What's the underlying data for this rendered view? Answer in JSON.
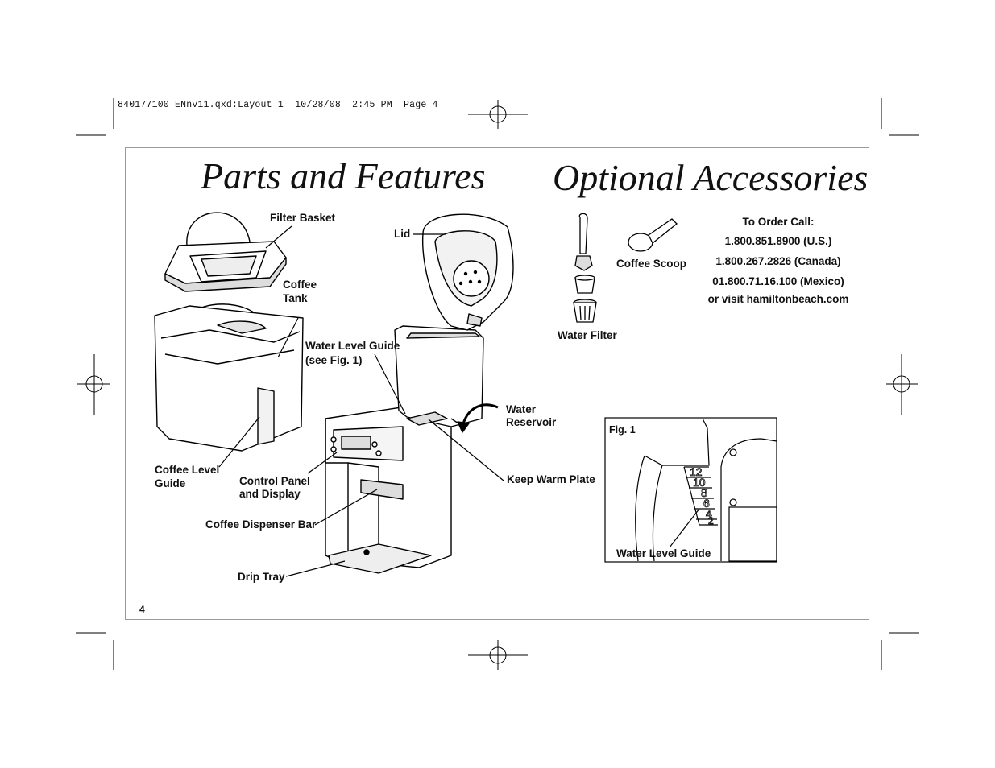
{
  "slug_line": "840177100 ENnv11.qxd:Layout 1  10/28/08  2:45 PM  Page 4",
  "titles": {
    "parts": "Parts and Features",
    "accessories": "Optional Accessories"
  },
  "labels": {
    "filter_basket": "Filter Basket",
    "lid": "Lid",
    "coffee_tank_1": "Coffee",
    "coffee_tank_2": "Tank",
    "water_level_guide_1": "Water Level Guide",
    "water_level_guide_2": "(see Fig. 1)",
    "water_reservoir_1": "Water",
    "water_reservoir_2": "Reservoir",
    "coffee_level_guide_1": "Coffee Level",
    "coffee_level_guide_2": "Guide",
    "control_panel_1": "Control Panel",
    "control_panel_2": "and Display",
    "keep_warm_plate": "Keep Warm Plate",
    "coffee_dispenser_bar": "Coffee Dispenser Bar",
    "drip_tray": "Drip Tray"
  },
  "accessories": {
    "coffee_scoop": "Coffee Scoop",
    "water_filter": "Water Filter",
    "order_heading": "To Order Call:",
    "phone_us": "1.800.851.8900 (U.S.)",
    "phone_canada": "1.800.267.2826 (Canada)",
    "phone_mexico": "01.800.71.16.100 (Mexico)",
    "website": "or visit hamiltonbeach.com"
  },
  "figure": {
    "label": "Fig. 1",
    "caption": "Water Level Guide",
    "levels": [
      "12",
      "10",
      "8",
      "6",
      "4",
      "2"
    ]
  },
  "page_number": "4"
}
